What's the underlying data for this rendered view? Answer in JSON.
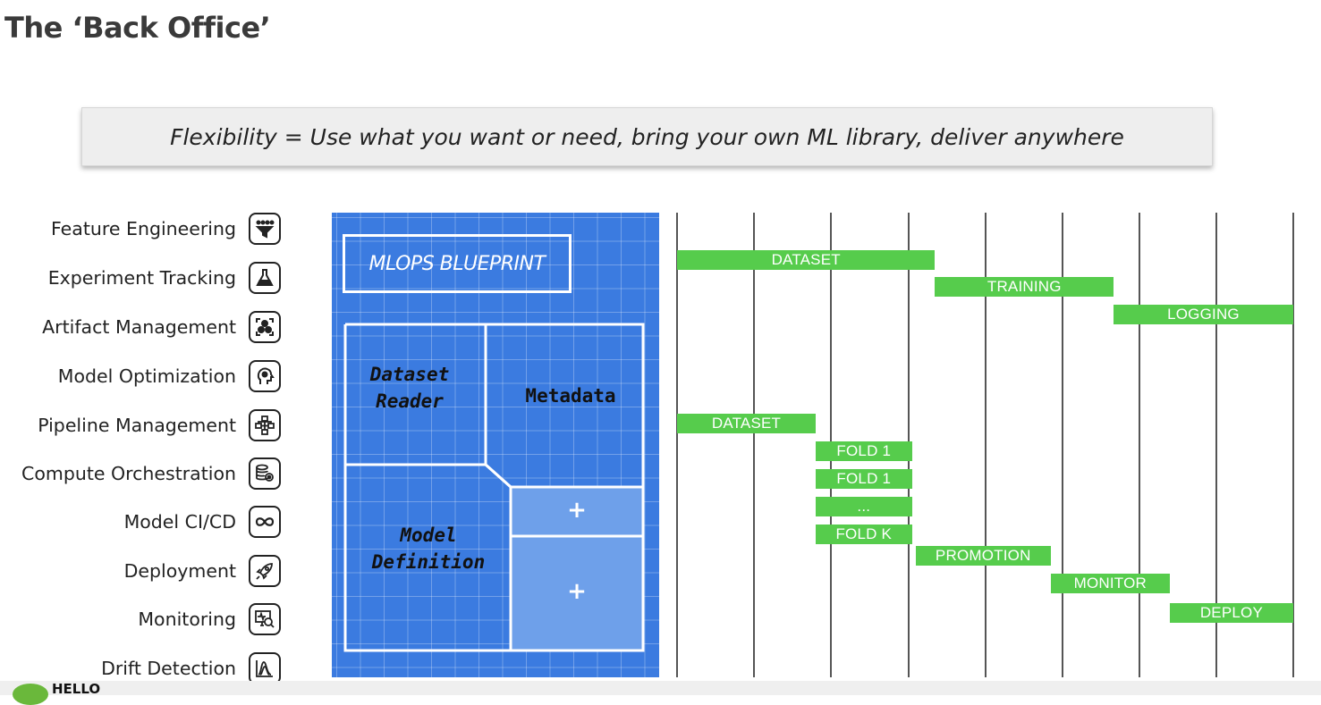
{
  "page": {
    "title": "The ‘Back Office’",
    "banner": "Flexibility = Use what you want or need, bring your own ML library, deliver anywhere"
  },
  "features": [
    {
      "label": "Feature Engineering",
      "icon": "feature-engineering-icon"
    },
    {
      "label": "Experiment Tracking",
      "icon": "flask-icon"
    },
    {
      "label": "Artifact Management",
      "icon": "artifact-icon"
    },
    {
      "label": "Model Optimization",
      "icon": "brain-gear-icon"
    },
    {
      "label": "Pipeline Management",
      "icon": "flowchart-icon"
    },
    {
      "label": "Compute Orchestration",
      "icon": "database-gear-icon"
    },
    {
      "label": "Model CI/CD",
      "icon": "infinity-icon"
    },
    {
      "label": "Deployment",
      "icon": "rocket-icon"
    },
    {
      "label": "Monitoring",
      "icon": "monitor-search-icon"
    },
    {
      "label": "Drift Detection",
      "icon": "distribution-icon"
    }
  ],
  "blueprint": {
    "title": "MLOPS BLUEPRINT",
    "dataset_reader": [
      "Dataset",
      "Reader"
    ],
    "metadata": "Metadata",
    "model_definition": [
      "Model",
      "Definition"
    ],
    "plus": "+"
  },
  "timeline": {
    "bars": [
      {
        "label": "DATASET",
        "start": 0,
        "end": 3.35
      },
      {
        "label": "TRAINING",
        "start": 3.35,
        "end": 5.67
      },
      {
        "label": "LOGGING",
        "start": 5.67,
        "end": 8
      },
      {
        "label": "DATASET",
        "start": 0,
        "end": 1.8
      },
      {
        "label": "FOLD 1",
        "start": 1.8,
        "end": 3.05
      },
      {
        "label": "FOLD 1",
        "start": 1.8,
        "end": 3.05
      },
      {
        "label": "...",
        "start": 1.8,
        "end": 3.05
      },
      {
        "label": "FOLD K",
        "start": 1.8,
        "end": 3.05
      },
      {
        "label": "PROMOTION",
        "start": 3.1,
        "end": 4.85
      },
      {
        "label": "MONITOR",
        "start": 4.85,
        "end": 6.4
      },
      {
        "label": "DEPLOY",
        "start": 6.4,
        "end": 8
      }
    ],
    "colors": {
      "bar": "#56cc4c",
      "grid": "#555555"
    }
  },
  "footer": {
    "logo_text": "HELLO"
  },
  "colors": {
    "blueprint": "#3b7be0",
    "blueprint_light": "#6ea0ea"
  }
}
